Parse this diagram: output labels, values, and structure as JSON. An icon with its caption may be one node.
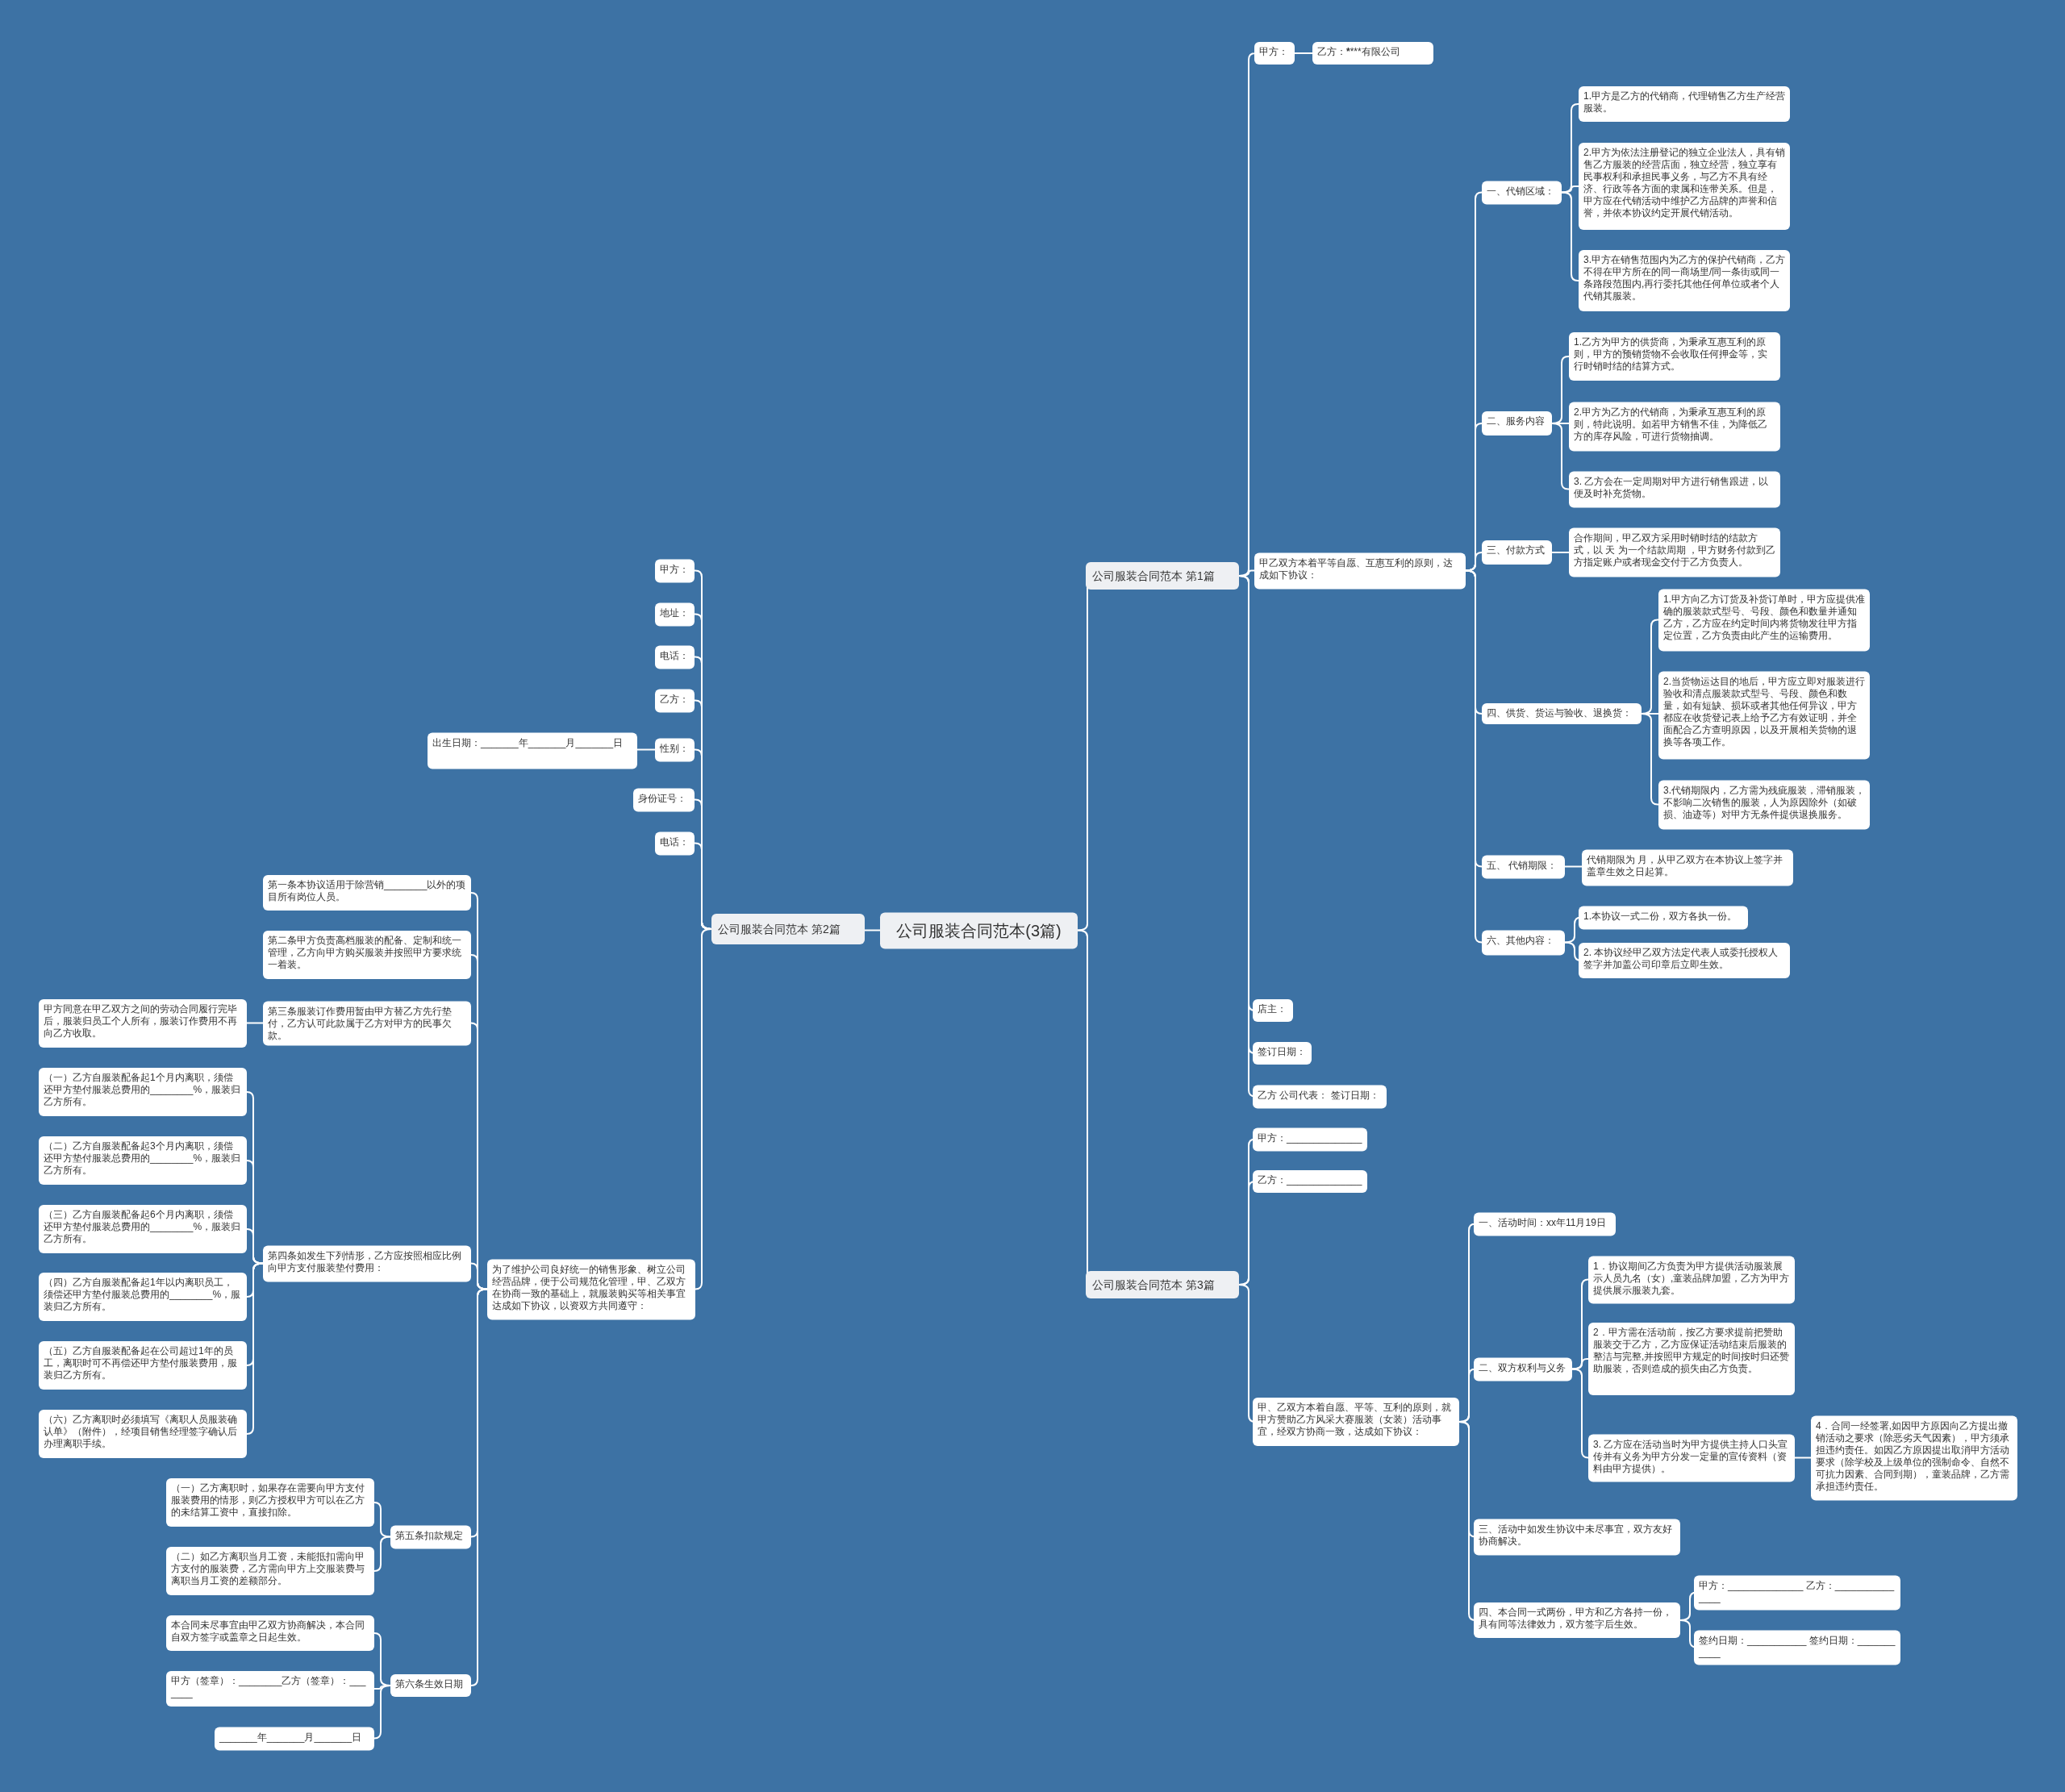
{
  "diagram": {
    "nodes": [
      {
        "text": [
          "公司服装合同范本(3篇)"
        ]
      },
      {
        "text": [
          "公司服装合同范本 第1篇"
        ]
      },
      {
        "text": [
          "甲方："
        ]
      },
      {
        "text": [
          "乙方：********有限公司"
        ]
      },
      {
        "text": [
          "甲乙双方本着平等自愿、互惠互利的原则，达成如下协议："
        ]
      },
      {
        "text": [
          "一、代销区域："
        ]
      },
      {
        "text": [
          "1.甲方是乙方的代销商，代理销售乙方生产经营服装。"
        ]
      },
      {
        "text": [
          "2.甲方为依法注册登记的独立企业法人，具有销售乙方服装的经营店面，独立经营，独立享有民事权利和承担民事义务，与乙方不具有经济、行政等各方面的隶属和连带关系。但是，甲方应在代销活动中维护乙方品牌的声誉和信誉，并依本协议约定开展代销活动。"
        ]
      },
      {
        "text": [
          "3.甲方在销售范围内为乙方的保护代销商，乙方不得在甲方所在的同一商场里/同一条街或同一条路段范围内,再行委托其他任何单位或者个人代销其服装。"
        ]
      },
      {
        "text": [
          "二、服务内容"
        ]
      },
      {
        "text": [
          "1.乙方为甲方的供货商，为秉承互惠互利的原则，甲方的预销货物不会收取任何押金等，实行时销时结的结算方式。"
        ]
      },
      {
        "text": [
          "2.甲方为乙方的代销商，为秉承互惠互利的原则，特此说明。如若甲方销售不佳，为降低乙方的库存风险，可进行货物抽调。"
        ]
      },
      {
        "text": [
          "3. 乙方会在一定周期对甲方进行销售跟进，以便及时补充货物。"
        ]
      },
      {
        "text": [
          "三、付款方式"
        ]
      },
      {
        "text": [
          "合作期间，甲乙双方采用时销时结的结款方式，以 天 为一个结款周期 ，甲方财务付款到乙方指定账户或者现金交付于乙方负责人。"
        ]
      },
      {
        "text": [
          "四、供货、货运与验收、退换货："
        ]
      },
      {
        "text": [
          "1.甲方向乙方订货及补货订单时，甲方应提供准确的服装款式型号、号段、颜色和数量并通知乙方，乙方应在约定时间内将货物发往甲方指定位置，乙方负责由此产生的运输费用。"
        ]
      },
      {
        "text": [
          "2.当货物运达目的地后，甲方应立即对服装进行验收和清点服装款式型号、号段、颜色和数量，如有短缺、损坏或者其他任何异议，甲方都应在收货登记表上给予乙方有效证明，并全面配合乙方查明原因，以及开展相关货物的退换等各项工作。"
        ]
      },
      {
        "text": [
          "3.代销期限内，乙方需为残疵服装，滞销服装，不影响二次销售的服装，人为原因除外（如破损、油迹等）对甲方无条件提供退换服务。"
        ]
      },
      {
        "text": [
          "五、 代销期限："
        ]
      },
      {
        "text": [
          "代销期限为 月，从甲乙双方在本协议上签字并盖章生效之日起算。"
        ]
      },
      {
        "text": [
          "六、其他内容："
        ]
      },
      {
        "text": [
          "1.本协议一式二份，双方各执一份。"
        ]
      },
      {
        "text": [
          "2. 本协议经甲乙双方法定代表人或委托授权人签字并加盖公司印章后立即生效。"
        ]
      },
      {
        "text": [
          "店主："
        ]
      },
      {
        "text": [
          "签订日期："
        ]
      },
      {
        "text": [
          "乙方 公司代表： 签订日期："
        ]
      },
      {
        "text": [
          "公司服装合同范本 第3篇"
        ]
      },
      {
        "text": [
          "甲方：______________"
        ]
      },
      {
        "text": [
          "乙方：______________"
        ]
      },
      {
        "text": [
          "甲、乙双方本着自愿、平等、互利的原则，就甲方赞助乙方风采大赛服装（女装）活动事宜，经双方协商一致，达成如下协议："
        ]
      },
      {
        "text": [
          "一、活动时间：xx年11月19日"
        ]
      },
      {
        "text": [
          "二、双方权利与义务"
        ]
      },
      {
        "text": [
          "1．协议期间乙方负责为甲方提供活动服装展示人员九名（女）,童装品牌加盟，乙方为甲方提供展示服装九套。"
        ]
      },
      {
        "text": [
          "2．甲方需在活动前，按乙方要求提前把赞助服装交于乙方，乙方应保证活动结束后服装的整洁与完整,并按照甲方规定的时间按时归还赞助服装，否则造成的损失由乙方负责。"
        ]
      },
      {
        "text": [
          "3. 乙方应在活动当时为甲方提供主持人口头宣传并有义务为甲方分发一定量的宣传资料（资料由甲方提供）。"
        ]
      },
      {
        "text": [
          "4．合同一经签署,如因甲方原因向乙方提出撤销活动之要求（除恶劣天气因素），甲方须承担违约责任。如因乙方原因提出取消甲方活动要求（除学校及上级单位的强制命令、自然不可抗力因素、合同到期），童装品牌，乙方需承担违约责任。"
        ]
      },
      {
        "text": [
          "三、活动中如发生协议中未尽事宜，双方友好协商解决。"
        ]
      },
      {
        "text": [
          "四、本合同一式两份，甲方和乙方各持一份，具有同等法律效力，双方签字后生效。"
        ]
      },
      {
        "text": [
          "甲方：______________ 乙方：_______________"
        ]
      },
      {
        "text": [
          "签约日期：___________ 签约日期：___________"
        ]
      },
      {
        "text": [
          "公司服装合同范本 第2篇"
        ]
      },
      {
        "text": [
          "甲方："
        ]
      },
      {
        "text": [
          "地址："
        ]
      },
      {
        "text": [
          "电话："
        ]
      },
      {
        "text": [
          "乙方："
        ]
      },
      {
        "text": [
          "性别："
        ]
      },
      {
        "text": [
          "出生日期：_______年_______月_______日"
        ]
      },
      {
        "text": [
          "身份证号："
        ]
      },
      {
        "text": [
          "电话："
        ]
      },
      {
        "text": [
          "为了维护公司良好统一的销售形象、树立公司经营品牌，便于公司规范化管理，甲、乙双方在协商一致的基础上，就服装购买等相关事宜达成如下协议，以资双方共同遵守："
        ]
      },
      {
        "text": [
          "第一条本协议适用于除营销________以外的项目所有岗位人员。"
        ]
      },
      {
        "text": [
          "第二条甲方负责高档服装的配备、定制和统一管理，乙方向甲方购买服装并按照甲方要求统一着装。"
        ]
      },
      {
        "text": [
          "第三条服装订作费用暂由甲方替乙方先行垫付，乙方认可此款属于乙方对甲方的民事欠款。"
        ]
      },
      {
        "text": [
          "甲方同意在甲乙双方之间的劳动合同履行完毕后，服装归员工个人所有，服装订作费用不再向乙方收取。"
        ]
      },
      {
        "text": [
          "第四条如发生下列情形，乙方应按照相应比例向甲方支付服装垫付费用："
        ]
      },
      {
        "text": [
          "（一）乙方自服装配备起1个月内离职，须偿还甲方垫付服装总费用的________%，服装归乙方所有。"
        ]
      },
      {
        "text": [
          "（二）乙方自服装配备起3个月内离职，须偿还甲方垫付服装总费用的________%，服装归乙方所有。"
        ]
      },
      {
        "text": [
          "（三）乙方自服装配备起6个月内离职，须偿还甲方垫付服装总费用的________%，服装归乙方所有。"
        ]
      },
      {
        "text": [
          "（四）乙方自服装配备起1年以内离职员工，须偿还甲方垫付服装总费用的________%，服装归乙方所有。"
        ]
      },
      {
        "text": [
          "（五）乙方自服装配备起在公司超过1年的员工，离职时可不再偿还甲方垫付服装费用，服装归乙方所有。"
        ]
      },
      {
        "text": [
          "（六）乙方离职时必须填写《离职人员服装确认单》（附件），经项目销售经理签字确认后办理离职手续。"
        ]
      },
      {
        "text": [
          "第五条扣款规定"
        ]
      },
      {
        "text": [
          "（一）乙方离职时，如果存在需要向甲方支付服装费用的情形，则乙方授权甲方可以在乙方的未结算工资中，直接扣除。"
        ]
      },
      {
        "text": [
          "（二）如乙方离职当月工资，未能抵扣需向甲方支付的服装费，乙方需向甲方上交服装费与离职当月工资的差额部分。"
        ]
      },
      {
        "text": [
          "第六条生效日期"
        ]
      },
      {
        "text": [
          "本合同未尽事宜由甲乙双方协商解决，本合同自双方签字或盖章之日起生效。"
        ]
      },
      {
        "text": [
          "甲方（签章）：________乙方（签章）：_______"
        ]
      },
      {
        "text": [
          "_______年_______月_______日"
        ]
      }
    ],
    "edges": [
      {
        "from": 0,
        "to": 1,
        "arrow": "none"
      },
      {
        "from": 1,
        "to": 2,
        "arrow": "none"
      },
      {
        "from": 2,
        "to": 3,
        "arrow": "none"
      },
      {
        "from": 1,
        "to": 4,
        "arrow": "none"
      },
      {
        "from": 4,
        "to": 5,
        "arrow": "none"
      },
      {
        "from": 5,
        "to": 6,
        "arrow": "none"
      },
      {
        "from": 5,
        "to": 7,
        "arrow": "none"
      },
      {
        "from": 5,
        "to": 8,
        "arrow": "none"
      },
      {
        "from": 4,
        "to": 9,
        "arrow": "none"
      },
      {
        "from": 9,
        "to": 10,
        "arrow": "none"
      },
      {
        "from": 9,
        "to": 11,
        "arrow": "none"
      },
      {
        "from": 9,
        "to": 12,
        "arrow": "none"
      },
      {
        "from": 4,
        "to": 13,
        "arrow": "none"
      },
      {
        "from": 13,
        "to": 14,
        "arrow": "none"
      },
      {
        "from": 4,
        "to": 15,
        "arrow": "none"
      },
      {
        "from": 15,
        "to": 16,
        "arrow": "none"
      },
      {
        "from": 15,
        "to": 17,
        "arrow": "none"
      },
      {
        "from": 15,
        "to": 18,
        "arrow": "none"
      },
      {
        "from": 4,
        "to": 19,
        "arrow": "none"
      },
      {
        "from": 19,
        "to": 20,
        "arrow": "none"
      },
      {
        "from": 4,
        "to": 21,
        "arrow": "none"
      },
      {
        "from": 21,
        "to": 22,
        "arrow": "none"
      },
      {
        "from": 21,
        "to": 23,
        "arrow": "none"
      },
      {
        "from": 1,
        "to": 24,
        "arrow": "none"
      },
      {
        "from": 1,
        "to": 25,
        "arrow": "none"
      },
      {
        "from": 1,
        "to": 26,
        "arrow": "none"
      },
      {
        "from": 0,
        "to": 27,
        "arrow": "none"
      },
      {
        "from": 27,
        "to": 28,
        "arrow": "none"
      },
      {
        "from": 27,
        "to": 29,
        "arrow": "none"
      },
      {
        "from": 27,
        "to": 30,
        "arrow": "none"
      },
      {
        "from": 30,
        "to": 31,
        "arrow": "none"
      },
      {
        "from": 30,
        "to": 32,
        "arrow": "none"
      },
      {
        "from": 32,
        "to": 33,
        "arrow": "none"
      },
      {
        "from": 32,
        "to": 34,
        "arrow": "none"
      },
      {
        "from": 32,
        "to": 35,
        "arrow": "none"
      },
      {
        "from": 35,
        "to": 36,
        "arrow": "none"
      },
      {
        "from": 30,
        "to": 37,
        "arrow": "none"
      },
      {
        "from": 30,
        "to": 38,
        "arrow": "none"
      },
      {
        "from": 38,
        "to": 39,
        "arrow": "none"
      },
      {
        "from": 38,
        "to": 40,
        "arrow": "none"
      },
      {
        "from": 0,
        "to": 41,
        "arrow": "none"
      },
      {
        "from": 41,
        "to": 42,
        "arrow": "none"
      },
      {
        "from": 41,
        "to": 43,
        "arrow": "none"
      },
      {
        "from": 41,
        "to": 44,
        "arrow": "none"
      },
      {
        "from": 41,
        "to": 45,
        "arrow": "none"
      },
      {
        "from": 41,
        "to": 46,
        "arrow": "none"
      },
      {
        "from": 46,
        "to": 47,
        "arrow": "none"
      },
      {
        "from": 41,
        "to": 48,
        "arrow": "none"
      },
      {
        "from": 41,
        "to": 49,
        "arrow": "none"
      },
      {
        "from": 41,
        "to": 50,
        "arrow": "none"
      },
      {
        "from": 50,
        "to": 51,
        "arrow": "none"
      },
      {
        "from": 50,
        "to": 52,
        "arrow": "none"
      },
      {
        "from": 50,
        "to": 53,
        "arrow": "none"
      },
      {
        "from": 53,
        "to": 54,
        "arrow": "none"
      },
      {
        "from": 50,
        "to": 55,
        "arrow": "none"
      },
      {
        "from": 55,
        "to": 56,
        "arrow": "none"
      },
      {
        "from": 55,
        "to": 57,
        "arrow": "none"
      },
      {
        "from": 55,
        "to": 58,
        "arrow": "none"
      },
      {
        "from": 55,
        "to": 59,
        "arrow": "none"
      },
      {
        "from": 55,
        "to": 60,
        "arrow": "none"
      },
      {
        "from": 55,
        "to": 61,
        "arrow": "none"
      },
      {
        "from": 50,
        "to": 62,
        "arrow": "none"
      },
      {
        "from": 62,
        "to": 63,
        "arrow": "none"
      },
      {
        "from": 62,
        "to": 64,
        "arrow": "none"
      },
      {
        "from": 50,
        "to": 65,
        "arrow": "none"
      },
      {
        "from": 65,
        "to": 66,
        "arrow": "none"
      },
      {
        "from": 65,
        "to": 67,
        "arrow": "none"
      },
      {
        "from": 65,
        "to": 68,
        "arrow": "none"
      }
    ]
  }
}
